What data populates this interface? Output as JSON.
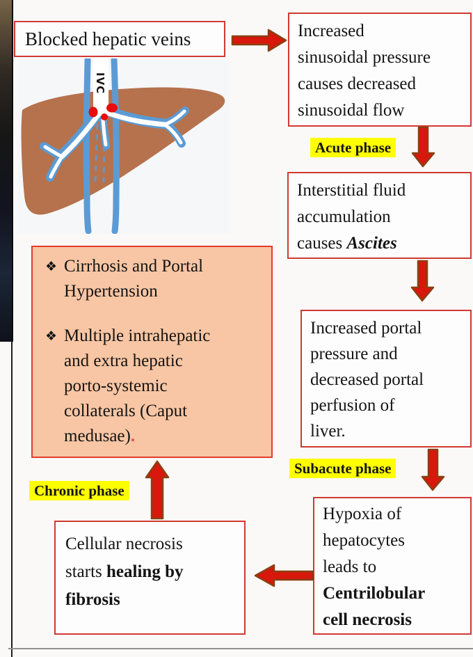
{
  "theme": {
    "page_bg": "#faf9f7",
    "box_bg": "#fdfdfd",
    "border_red": "#cf3a32",
    "arrow_fill": "#d8170d",
    "arrow_outline": "#8a4012",
    "highlight_yellow": "#ffff00",
    "salmon_bg": "#f8c6a4",
    "salmon_border": "#e23b30",
    "liver_brown": "#b5724d",
    "vessel_blue": "#5b9bd5",
    "clot_red": "#e80c0c",
    "text_black": "#141414",
    "strip_navy": "#1b2636",
    "period_red": "#e0524d"
  },
  "illustration": {
    "ivc_label": "IVC"
  },
  "flow": {
    "blocked_box": {
      "text": "Blocked hepatic veins"
    },
    "sinusoidal_box": {
      "lines": [
        "Increased",
        "sinusoidal pressure",
        "causes decreased",
        "sinusoidal flow"
      ]
    },
    "acute_label": "Acute phase",
    "ascites_box": {
      "line1": "Interstitial fluid",
      "line2": "accumulation",
      "line3_prefix": "causes ",
      "line3_emphasis": "Ascites"
    },
    "portal_box": {
      "lines": [
        "Increased portal",
        "pressure and",
        "decreased portal",
        "perfusion of",
        "liver."
      ]
    },
    "subacute_label": "Subacute phase",
    "hypoxia_box": {
      "normal_lines": [
        "Hypoxia of",
        "hepatocytes",
        "leads to"
      ],
      "bold_lines": [
        "Centrilobular",
        "cell necrosis"
      ]
    },
    "necrosis_box": {
      "line1": "Cellular necrosis",
      "line2_prefix": "starts ",
      "line2_bold": "healing by",
      "line3_bold": "fibrosis"
    },
    "chronic_label": "Chronic phase",
    "outcome_box": {
      "bullet_char": "❖",
      "item1_lines": [
        "Cirrhosis and Portal",
        "Hypertension"
      ],
      "item2_lines": [
        "Multiple intrahepatic",
        "and extra hepatic",
        "porto-systemic",
        "collaterals (Caput"
      ],
      "item2_last_line": "medusae)",
      "item2_period": "."
    }
  }
}
